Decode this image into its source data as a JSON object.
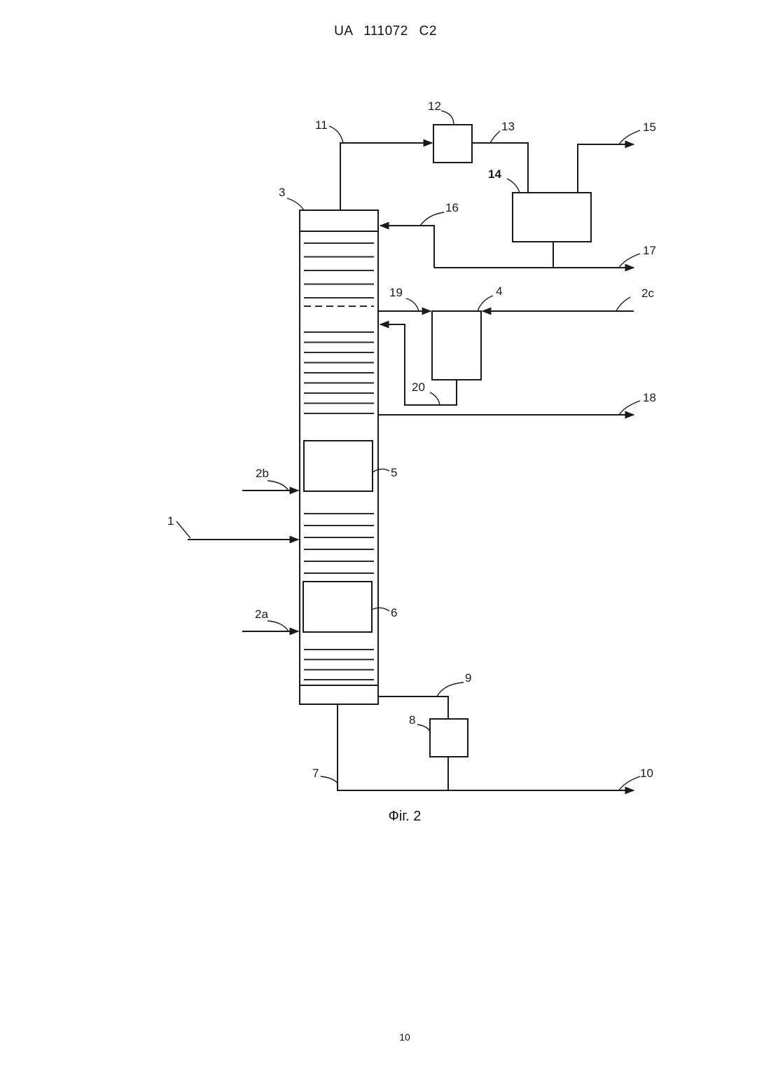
{
  "header": {
    "doc_id": "UA   111072   C2"
  },
  "figure": {
    "caption": "Фіг. 2"
  },
  "footer": {
    "page_number": "10"
  },
  "diagram": {
    "labels": {
      "l1": "1",
      "l2a": "2a",
      "l2b": "2b",
      "l2c": "2c",
      "l3": "3",
      "l4": "4",
      "l5": "5",
      "l6": "6",
      "l7": "7",
      "l8": "8",
      "l9": "9",
      "l10": "10",
      "l11": "11",
      "l12": "12",
      "l13": "13",
      "l14": "14",
      "l15": "15",
      "l16": "16",
      "l17": "17",
      "l18": "18",
      "l19": "19",
      "l20": "20"
    }
  }
}
